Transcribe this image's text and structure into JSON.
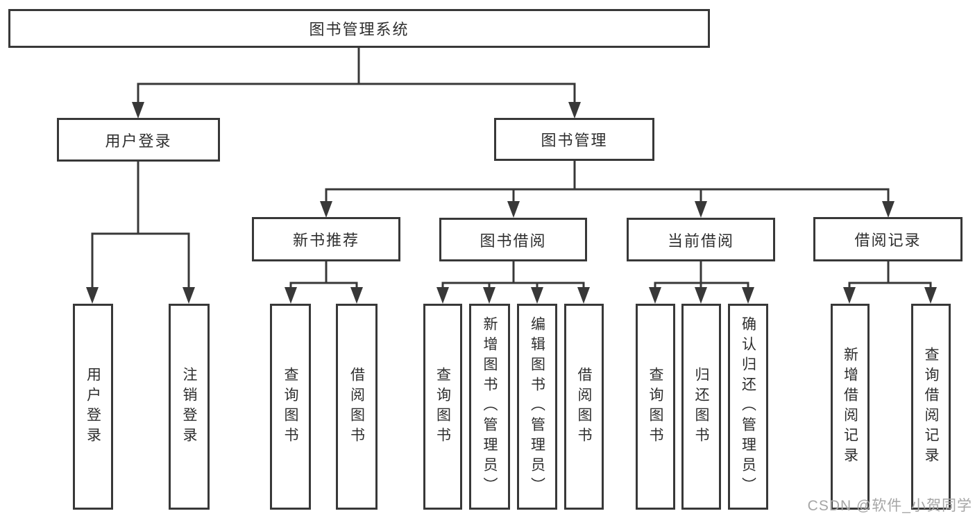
{
  "tree": {
    "root": {
      "label": "图书管理系统"
    },
    "branches": [
      {
        "label": "用户登录",
        "leaves": [
          {
            "label": "用户登录"
          },
          {
            "label": "注销登录"
          }
        ]
      },
      {
        "label": "图书管理",
        "groups": [
          {
            "label": "新书推荐",
            "leaves": [
              {
                "label": "查询图书"
              },
              {
                "label": "借阅图书"
              }
            ]
          },
          {
            "label": "图书借阅",
            "leaves": [
              {
                "label": "查询图书"
              },
              {
                "label": "新增图书（管理员）"
              },
              {
                "label": "编辑图书（管理员）"
              },
              {
                "label": "借阅图书"
              }
            ]
          },
          {
            "label": "当前借阅",
            "leaves": [
              {
                "label": "查询图书"
              },
              {
                "label": "归还图书"
              },
              {
                "label": "确认归还（管理员）"
              }
            ]
          },
          {
            "label": "借阅记录",
            "leaves": [
              {
                "label": "新增借阅记录"
              },
              {
                "label": "查询借阅记录"
              }
            ]
          }
        ]
      }
    ]
  },
  "watermark": "CSDN @软件_小贺同学",
  "colors": {
    "line": "#383838",
    "box_border": "#383838",
    "text": "#2e2e2e",
    "watermark": "#a6a6a6",
    "background": "#ffffff"
  }
}
